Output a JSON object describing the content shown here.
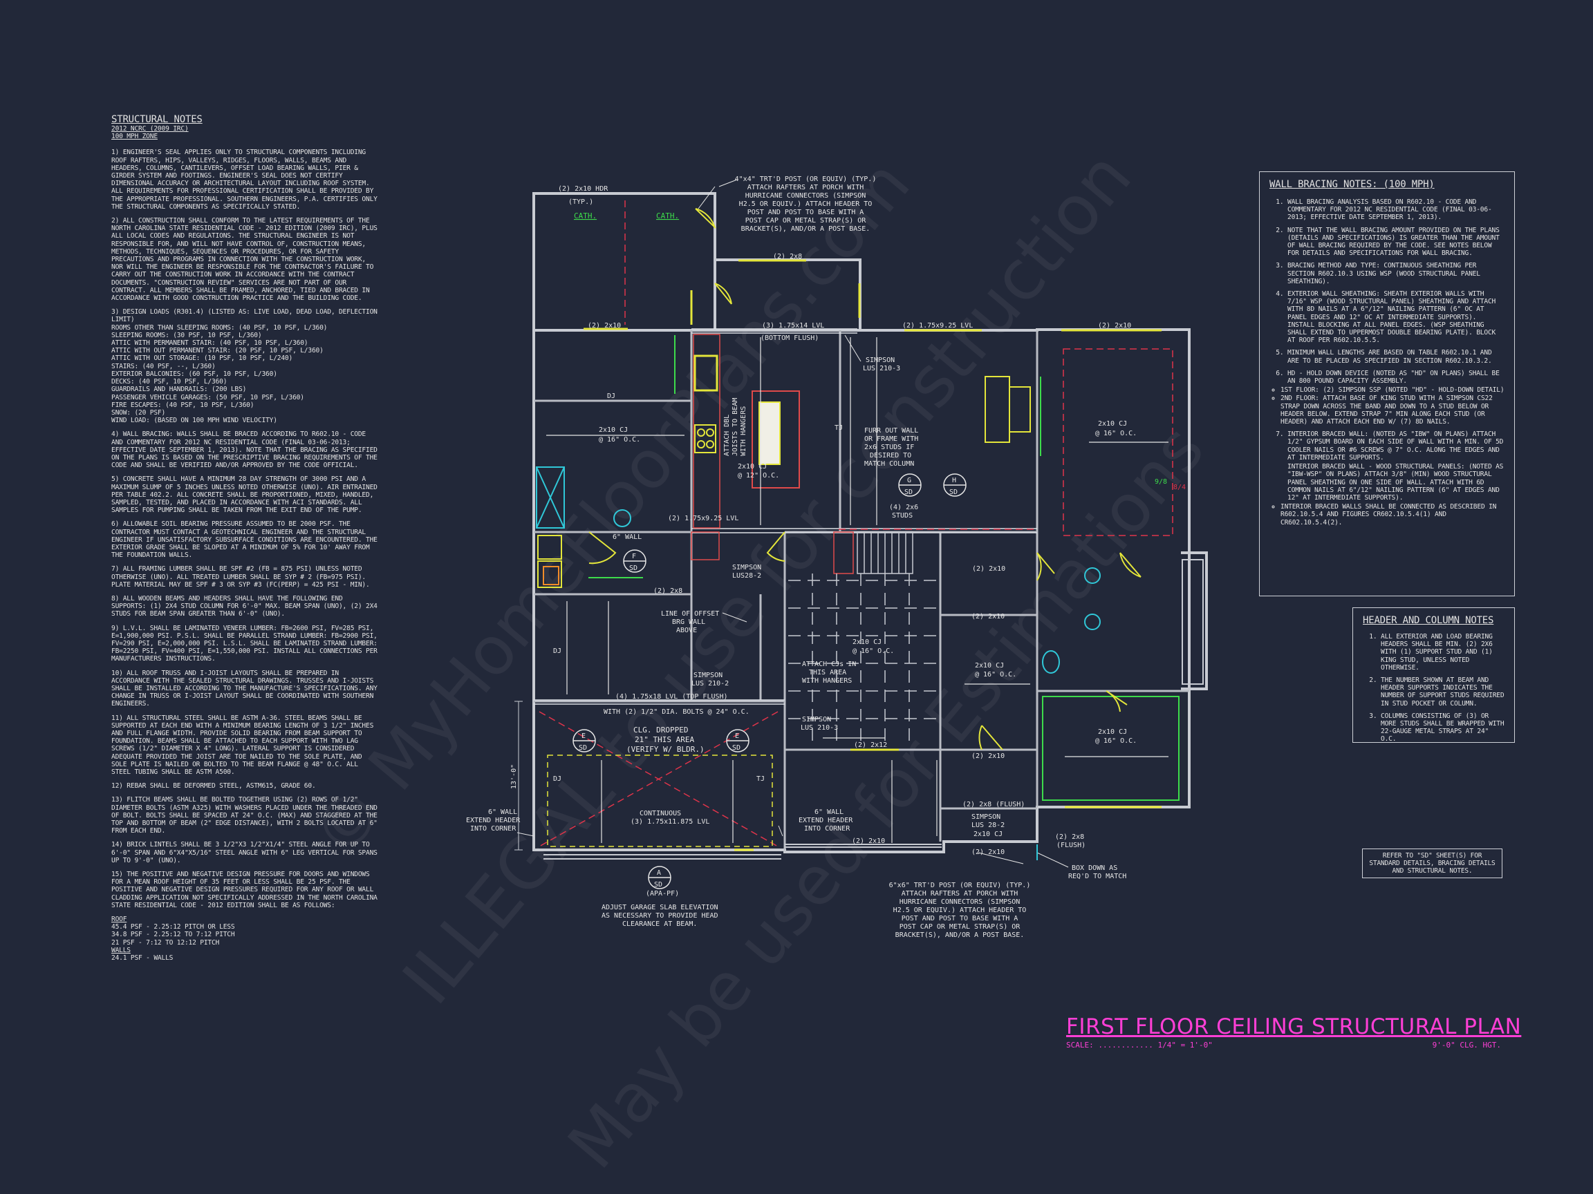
{
  "structural_notes": {
    "title": "STRUCTURAL NOTES",
    "code": "2012 NCRC (2009 IRC)",
    "zone": "100 mph ZONE",
    "paragraphs": [
      "1) ENGINEER'S SEAL APPLIES ONLY TO STRUCTURAL COMPONENTS INCLUDING ROOF RAFTERS, HIPS, VALLEYS, RIDGES, FLOORS, WALLS, BEAMS AND HEADERS, COLUMNS, CANTILEVERS, OFFSET LOAD BEARING WALLS, PIER & GIRDER SYSTEM AND FOOTINGS. ENGINEER'S SEAL DOES NOT CERTIFY DIMENSIONAL ACCURACY OR ARCHITECTURAL LAYOUT INCLUDING ROOF SYSTEM. ALL REQUIREMENTS FOR PROFESSIONAL CERTIFICATION SHALL BE PROVIDED BY THE APPROPRIATE PROFESSIONAL. SOUTHERN ENGINEERS, P.A. CERTIFIES ONLY THE STRUCTURAL COMPONENTS AS SPECIFICALLY STATED.",
      "2) ALL CONSTRUCTION SHALL CONFORM TO THE LATEST REQUIREMENTS OF THE NORTH CAROLINA STATE RESIDENTIAL CODE - 2012 EDITION (2009 IRC), PLUS ALL LOCAL CODES AND REGULATIONS. THE STRUCTURAL ENGINEER IS NOT RESPONSIBLE FOR, AND WILL NOT HAVE CONTROL OF, CONSTRUCTION MEANS, METHODS, TECHNIQUES, SEQUENCES OR PROCEDURES, OR FOR SAFETY PRECAUTIONS AND PROGRAMS IN CONNECTION WITH THE CONSTRUCTION WORK, NOR WILL THE ENGINEER BE RESPONSIBLE FOR THE CONTRACTOR'S FAILURE TO CARRY OUT THE CONSTRUCTION WORK IN ACCORDANCE WITH THE CONTRACT DOCUMENTS. \"CONSTRUCTION REVIEW\" SERVICES ARE NOT PART OF OUR CONTRACT. ALL MEMBERS SHALL BE FRAMED, ANCHORED, TIED AND BRACED IN ACCORDANCE WITH GOOD CONSTRUCTION PRACTICE AND THE BUILDING CODE.",
      "3) DESIGN LOADS (R301.4) (LISTED AS: LIVE LOAD, DEAD LOAD, DEFLECTION LIMIT)\nROOMS OTHER THAN SLEEPING ROOMS: (40 PSF, 10 PSF, L/360)\nSLEEPING ROOMS: (30 PSF, 10 PSF, L/360)\nATTIC WITH PERMANENT STAIR: (40 PSF, 10 PSF, L/360)\nATTIC WITH OUT PERMANENT STAIR: (20 PSF, 10 PSF, L/360)\nATTIC WITH OUT STORAGE: (10 PSF, 10 PSF, L/240)\nSTAIRS: (40 PSF, --, L/360)\nEXTERIOR BALCONIES: (60 PSF, 10 PSF, L/360)\nDECKS: (40 PSF, 10 PSF, L/360)\nGUARDRAILS AND HANDRAILS: (200 LBS)\nPASSENGER VEHICLE GARAGES: (50 PSF, 10 PSF, L/360)\nFIRE ESCAPES: (40 PSF, 10 PSF, L/360)\nSNOW: (20 PSF)\nWIND LOAD: (BASED ON 100 MPH WIND VELOCITY)",
      "4) WALL BRACING: WALLS SHALL BE BRACED ACCORDING TO R602.10 - CODE AND COMMENTARY FOR 2012 NC RESIDENTIAL CODE (FINAL 03-06-2013; EFFECTIVE DATE SEPTEMBER 1, 2013). NOTE THAT THE BRACING AS SPECIFIED ON THE PLANS IS BASED ON THE PRESCRIPTIVE BRACING REQUIREMENTS OF THE CODE AND SHALL BE VERIFIED AND/OR APPROVED BY THE CODE OFFICIAL.",
      "5) CONCRETE SHALL HAVE A MINIMUM 28 DAY STRENGTH OF 3000 PSI AND A MAXIMUM SLUMP OF 5 INCHES UNLESS NOTED OTHERWISE (UNO). AIR ENTRAINED PER TABLE 402.2. ALL CONCRETE SHALL BE PROPORTIONED, MIXED, HANDLED, SAMPLED, TESTED, AND PLACED IN ACCORDANCE WITH ACI STANDARDS. ALL SAMPLES FOR PUMPING SHALL BE TAKEN FROM THE EXIT END OF THE PUMP.",
      "6) ALLOWABLE SOIL BEARING PRESSURE ASSUMED TO BE 2000 PSF. THE CONTRACTOR MUST CONTACT A GEOTECHNICAL ENGINEER AND THE STRUCTURAL ENGINEER IF UNSATISFACTORY SUBSURFACE CONDITIONS ARE ENCOUNTERED. THE EXTERIOR GRADE SHALL BE SLOPED AT A MINIMUM OF 5% FOR 10' AWAY FROM THE FOUNDATION WALLS.",
      "7) ALL FRAMING LUMBER SHALL BE SPF #2 (Fb = 875 PSI) UNLESS NOTED OTHERWISE (UNO). ALL TREATED LUMBER SHALL BE SYP # 2 (Fb=975 PSI). PLATE MATERIAL MAY BE SPF # 3 OR SYP #3 (Fc(perp) = 425 PSI - MIN).",
      "8) ALL WOODEN BEAMS AND HEADERS SHALL HAVE THE FOLLOWING END SUPPORTS: (1) 2x4 STUD COLUMN FOR 6'-0\" MAX. BEAM SPAN (UNO), (2) 2x4 STUDS FOR BEAM SPAN GREATER THAN 6'-0\" (UNO).",
      "9) L.V.L. SHALL BE LAMINATED VENEER LUMBER: Fb=2600 PSI, Fv=285 PSI, E=1,900,000 PSI. P.S.L. SHALL BE PARALLEL STRAND LUMBER: Fb=2900 PSI, Fv=290 PSI, E=2,000,000 PSI. L.S.L. SHALL BE LAMINATED STRAND LUMBER: Fb=2250 PSI, Fv=400 PSI, E=1,550,000 PSI. INSTALL ALL CONNECTIONS PER MANUFACTURERS INSTRUCTIONS.",
      "10) ALL ROOF TRUSS AND I-JOIST LAYOUTS SHALL BE PREPARED IN ACCORDANCE WITH THE SEALED STRUCTURAL DRAWINGS. TRUSSES AND I-JOISTS SHALL BE INSTALLED ACCORDING TO THE MANUFACTURE'S SPECIFICATIONS. ANY CHANGE IN TRUSS OR I-JOIST LAYOUT SHALL BE COORDINATED WITH SOUTHERN ENGINEERS.",
      "11) ALL STRUCTURAL STEEL SHALL BE ASTM A-36. STEEL BEAMS SHALL BE SUPPORTED AT EACH END WITH A MINIMUM BEARING LENGTH OF 3 1/2\" INCHES AND FULL FLANGE WIDTH. PROVIDE SOLID BEARING FROM BEAM SUPPORT TO FOUNDATION. BEAMS SHALL BE ATTACHED TO EACH SUPPORT WITH TWO LAG SCREWS (1/2\" DIAMETER x 4\" LONG). LATERAL SUPPORT IS CONSIDERED ADEQUATE PROVIDED THE JOIST ARE TOE NAILED TO THE SOLE PLATE, AND SOLE PLATE IS NAILED OR BOLTED TO THE BEAM FLANGE @ 48\" O.C. ALL STEEL TUBING SHALL BE ASTM A500.",
      "12) REBAR SHALL BE DEFORMED STEEL, ASTM615, GRADE 60.",
      "13) FLITCH BEAMS SHALL BE BOLTED TOGETHER USING (2) ROWS OF 1/2\" DIAMETER BOLTS (ASTM A325) WITH WASHERS PLACED UNDER THE THREADED END OF BOLT. BOLTS SHALL BE SPACED AT 24\" O.C. (MAX) AND STAGGERED AT THE TOP AND BOTTOM OF BEAM (2\" EDGE DISTANCE), WITH 2 BOLTS LOCATED AT 6\" FROM EACH END.",
      "14) BRICK LINTELS SHALL BE 3 1/2\"x3 1/2\"x1/4\" STEEL ANGLE FOR UP TO 6'-0\" SPAN AND 6\"x4\"x5/16\" STEEL ANGLE WITH 6\" LEG VERTICAL FOR SPANS UP TO 9'-0\" (UNO).",
      "15) THE POSITIVE AND NEGATIVE DESIGN PRESSURE FOR DOORS AND WINDOWS FOR A MEAN ROOF HEIGHT OF 35 FEET OR LESS SHALL BE 25 PSF. THE POSITIVE AND NEGATIVE DESIGN PRESSURES REQUIRED FOR ANY ROOF OR WALL CLADDING APPLICATION NOT SPECIFICALLY ADDRESSED IN THE NORTH CAROLINA STATE RESIDENTIAL CODE - 2012 EDITION SHALL BE AS FOLLOWS:"
    ],
    "roof_title": "ROOF",
    "roof_lines": [
      "45.4 PSF - 2.25:12 PITCH OR LESS",
      "34.8 PSF - 2.25:12 TO 7:12 PITCH",
      "21 PSF - 7:12 TO 12:12 PITCH"
    ],
    "walls_title": "WALLS",
    "walls_lines": [
      "24.1 PSF - WALLS"
    ]
  },
  "wall_bracing": {
    "title": "WALL BRACING NOTES: (100 MPH)",
    "items": [
      "WALL BRACING ANALYSIS BASED ON R602.10 - CODE AND COMMENTARY FOR 2012 NC RESIDENTIAL CODE (FINAL 03-06-2013; EFFECTIVE DATE SEPTEMBER 1, 2013).",
      "NOTE THAT THE WALL BRACING AMOUNT PROVIDED ON THE PLANS (DETAILS AND SPECIFICATIONS) IS GREATER THAN THE AMOUNT OF WALL BRACING REQUIRED BY THE CODE. SEE NOTES BELOW FOR DETAILS AND SPECIFICATIONS FOR WALL BRACING.",
      "BRACING METHOD AND TYPE: CONTINUOUS SHEATHING PER SECTION R602.10.3 USING WSP (WOOD STRUCTURAL PANEL SHEATHING).",
      "EXTERIOR WALL SHEATHING: SHEATH EXTERIOR WALLS WITH 7/16\" WSP (WOOD STRUCTURAL PANEL) SHEATHING AND ATTACH WITH 8d NAILS AT A 6\"/12\" NAILING PATTERN (6\" OC AT PANEL EDGES AND 12\" OC AT INTERMEDIATE SUPPORTS). INSTALL BLOCKING AT ALL PANEL EDGES. (WSP SHEATHING SHALL EXTEND TO UPPERMOST DOUBLE BEARING PLATE). BLOCK AT ROOF PER R602.10.5.5.",
      "MINIMUM WALL LENGTHS ARE BASED ON TABLE R602.10.1 AND ARE TO BE PLACED AS SPECIFIED IN SECTION R602.10.3.2.",
      "HD - HOLD DOWN DEVICE (NOTED AS \"HD\" ON PLANS) SHALL BE AN 800 POUND CAPACITY ASSEMBLY.",
      "INTERIOR BRACED WALL: (NOTED AS \"IBW\" ON PLANS) ATTACH 1/2\" GYPSUM BOARD ON EACH SIDE OF WALL WITH A MIN. OF 5d COOLER NAILS OR #6 SCREWS @ 7\" O.C. ALONG THE EDGES AND AT INTERMEDIATE SUPPORTS."
    ],
    "hd_floor1": "1ST FLOOR: (2) SIMPSON SSP (NOTED \"HD\" - HOLD-DOWN DETAIL)",
    "hd_floor2": "2ND FLOOR: ATTACH BASE OF KING STUD WITH A SIMPSON CS22 STRAP DOWN ACROSS THE BAND AND DOWN TO A STUD BELOW OR HEADER BELOW. EXTEND STRAP 7\" MIN ALONG EACH STUD (OR HEADER) AND ATTACH EACH END W/ (7) 8d NAILS.",
    "ibw_wood": "INTERIOR BRACED WALL - WOOD STRUCTURAL PANELS: (NOTED AS \"IBW-WSP\" ON PLANS) ATTACH 3/8\" (MIN) WOOD STRUCTURAL PANEL SHEATHING ON ONE SIDE OF WALL. ATTACH WITH 6d COMMON NAILS AT 6\"/12\" NAILING PATTERN (6\" AT EDGES AND 12\" AT INTERMEDIATE SUPPORTS).",
    "ibw_connect": "INTERIOR BRACED WALLS SHALL BE CONNECTED AS DESCRIBED IN R602.10.5.4 AND FIGURES CR602.10.5.4(1) AND CR602.10.5.4(2)."
  },
  "header_column_notes": {
    "title": "HEADER AND COLUMN NOTES",
    "items": [
      "ALL EXTERIOR AND LOAD BEARING HEADERS SHALL BE MIN. (2) 2x6 WITH (1) SUPPORT STUD AND (1) KING STUD, UNLESS NOTED OTHERWISE.",
      "THE NUMBER SHOWN AT BEAM AND HEADER SUPPORTS INDICATES THE NUMBER OF SUPPORT STUDS REQUIRED IN STUD POCKET OR COLUMN.",
      "COLUMNS CONSISTING OF (3) OR MORE STUDS SHALL BE WRAPPED WITH 22-GAUGE METAL STRAPS AT 24\" O.C."
    ]
  },
  "refer_note": "REFER TO \"SD\" SHEET(S) FOR STANDARD DETAILS, BRACING DETAILS AND STRUCTURAL NOTES.",
  "title_block": {
    "title": "FIRST FLOOR CEILING STRUCTURAL PLAN",
    "scale_label": "SCALE: ............ 1/4\" = 1'-0\"",
    "ceiling_height": "9'-0\" CLG. HGT."
  },
  "watermark": {
    "line1": "© MyHomeFloorPlans.com",
    "line2": "ILLEGAL to use for construction",
    "line3": "May be used for Estimations"
  },
  "plan_labels": {
    "porch_post_note": [
      "4\"x4\" TRT'D POST (OR EQUIV) (TYP.)",
      "ATTACH RAFTERS AT PORCH WITH",
      "HURRICANE CONNECTORS (SIMPSON",
      "H2.5 OR EQUIV.) ATTACH HEADER TO",
      "POST AND POST TO BASE WITH A",
      "POST CAP OR METAL STRAP(S) OR",
      "BRACKET(S), AND/OR A POST BASE."
    ],
    "rear_post_note": [
      "6\"x6\" TRT'D POST (OR EQUIV) (TYP.)",
      "ATTACH RAFTERS AT PORCH WITH",
      "HURRICANE CONNECTORS (SIMPSON",
      "H2.5 OR EQUIV.) ATTACH HEADER TO",
      "POST AND POST TO BASE WITH A",
      "POST CAP OR METAL STRAP(S) OR",
      "BRACKET(S), AND/OR A POST BASE."
    ],
    "garage_note": [
      "ADJUST GARAGE SLAB ELEVATION",
      "AS NECESSARY TO PROVIDE HEAD",
      "CLEARANCE AT BEAM."
    ],
    "furr_note": [
      "FURR OUT WALL",
      "OR FRAME WITH",
      "2x6 STUDS IF",
      "DESIRED TO",
      "MATCH COLUMN"
    ],
    "box_down": [
      "BOX DOWN AS",
      "REQ'D TO MATCH"
    ],
    "offset_wall": [
      "LINE OF OFFSET",
      "BRG WALL",
      "ABOVE"
    ],
    "attach_cj": [
      "ATTACH CJs IN",
      "THIS AREA",
      "WITH HANGERS"
    ],
    "attach_dbl": [
      "ATTACH DBL",
      "JOISTS TO BEAM",
      "WITH HANGERS"
    ],
    "clg_dropped": [
      "CLG. DROPPED",
      "21\" THIS AREA",
      "(VERIFY W/ BLDR.)"
    ],
    "ext_header_left": [
      "6\" WALL",
      "EXTEND HEADER",
      "INTO CORNER"
    ],
    "ext_header_right": [
      "6\" WALL",
      "EXTEND HEADER",
      "INTO CORNER"
    ],
    "continuous_lvl": [
      "CONTINUOUS",
      "(3) 1.75x11.875 LVL"
    ],
    "bolts": "WITH (2) 1/2\" DIA. BOLTS @ 24\" O.C.",
    "lvl_top_flush": "(4) 1.75x18 LVL (TOP FLUSH)",
    "lvl_bottom_flush": "(3) 1.75x14 LVL",
    "bottom_flush": "(BOTTOM FLUSH)",
    "lvl_925_a": "(2) 1.75x9.25 LVL",
    "lvl_925_b": "(2) 1.75x9.25 LVL",
    "hdr_2x10": "(2) 2x10 HDR",
    "typ": "(TYP.)",
    "cath1": "CATH.",
    "cath2": "CATH.",
    "cj_a": "2x10 CJ",
    "cj_b": "2x10 CJ",
    "cj_c": "2x10 CJ",
    "cj_d": "2x10 CJ",
    "cj_e": "2x10 CJ",
    "cj_f": "2x10 CJ",
    "cj_g": "2x10 CJ",
    "oc16": "@ 16\" O.C.",
    "oc12": "@ 12\" O.C.",
    "dj": "DJ",
    "tj": "TJ",
    "simpson_lus210_3": [
      "SIMPSON",
      "LUS 210-3"
    ],
    "simpson_lus210_2": [
      "SIMPSON",
      "LUS 210-2"
    ],
    "simpson_lus210_3b": [
      "SIMPSON",
      "LUS 210-3"
    ],
    "simpson_lus28_2": [
      "SIMPSON",
      "LUS28-2"
    ],
    "simpson_lus28_2b": [
      "SIMPSON",
      "LUS 28-2"
    ],
    "studs": [
      "(4) 2x6",
      "STUDS"
    ],
    "wall6": "6\" WALL",
    "h_2x8": "(2) 2x8",
    "h_2x10": "(2) 2x10",
    "h_2x12": "(2) 2x12",
    "h_2x8_flush": "(2) 2x8 (FLUSH)",
    "flush": [
      "(2) 2x8",
      "(FLUSH)"
    ],
    "apa_pf": "(APA-PF)",
    "dim_13": "13'-0\"",
    "hd_tag": "9/8",
    "hd_tag2": "8/4",
    "sd": "SD",
    "det_f": "F",
    "det_g": "G",
    "det_h": "H",
    "det_e": "E",
    "det_a": "A"
  }
}
